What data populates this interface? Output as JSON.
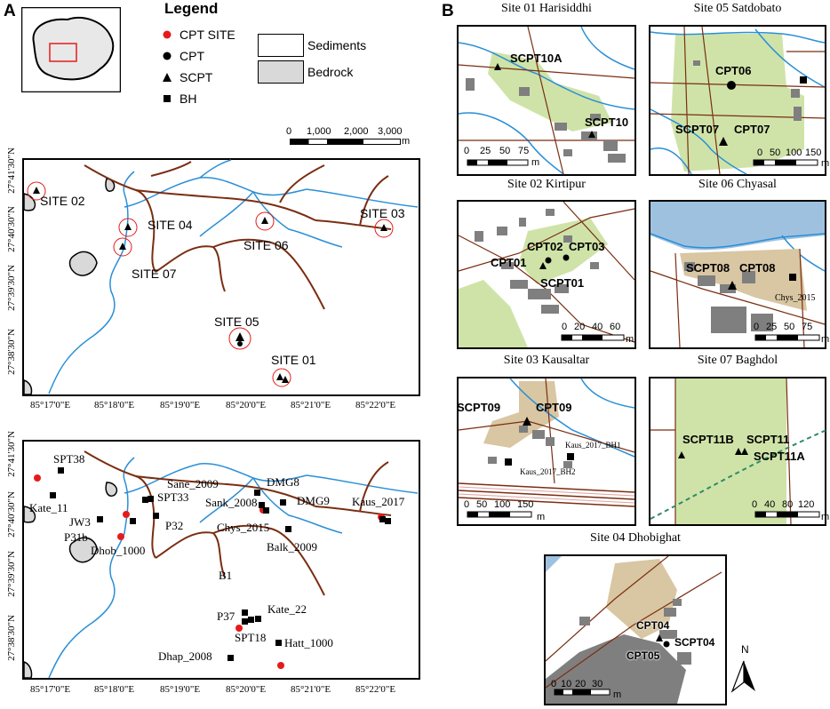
{
  "panel_a_label": "A",
  "panel_b_label": "B",
  "legend": {
    "title": "Legend",
    "items": [
      {
        "label": "CPT SITE",
        "symbol": "red-circle"
      },
      {
        "label": "CPT",
        "symbol": "black-circle"
      },
      {
        "label": "SCPT",
        "symbol": "black-triangle"
      },
      {
        "label": "BH",
        "symbol": "black-square"
      }
    ],
    "areas": [
      {
        "label": "Sediments"
      },
      {
        "label": "Bedrock"
      }
    ]
  },
  "scale_bar": {
    "ticks": [
      "0",
      "1,000",
      "2,000",
      "3,000"
    ],
    "unit": "m"
  },
  "latitude_ticks": [
    "27°41'30\"N",
    "27°40'30\"N",
    "27°39'30\"N",
    "27°38'30\"N"
  ],
  "longitude_ticks": [
    "85°17'0\"E",
    "85°18'0\"E",
    "85°19'0\"E",
    "85°20'0\"E",
    "85°21'0\"E",
    "85°22'0\"E"
  ],
  "upper_map_sites": [
    "SITE 02",
    "SITE 04",
    "SITE 07",
    "SITE 06",
    "SITE 03",
    "SITE 05",
    "SITE 01"
  ],
  "lower_map_labels": [
    "SPT38",
    "Kate_11",
    "JW3",
    "P31b",
    "Dhob_1000",
    "Sane_2009",
    "SPT33",
    "P32",
    "DMG8",
    "Sank_2008",
    "DMG9",
    "Chys_2015",
    "Balk_2009",
    "Kaus_2017",
    "B1",
    "Kate_22",
    "P37",
    "SPT18",
    "Hatt_1000",
    "Dhap_2008"
  ],
  "insets": [
    {
      "title": "Site 01 Harisiddhi",
      "labels": [
        "SCPT10A",
        "SCPT10"
      ],
      "scale": [
        "0",
        "25",
        "50",
        "75"
      ],
      "unit": "m"
    },
    {
      "title": "Site 05 Satdobato",
      "labels": [
        "CPT06",
        "SCPT07",
        "CPT07"
      ],
      "scale": [
        "0",
        "50",
        "100",
        "150"
      ],
      "unit": "m"
    },
    {
      "title": "Site 02 Kirtipur",
      "labels": [
        "CPT02",
        "CPT03",
        "CPT01",
        "SCPT01"
      ],
      "scale": [
        "0",
        "20",
        "40",
        "60"
      ],
      "unit": "m"
    },
    {
      "title": "Site 06 Chyasal",
      "labels": [
        "SCPT08",
        "CPT08",
        "Chys_2015"
      ],
      "scale": [
        "0",
        "25",
        "50",
        "75"
      ],
      "unit": "m"
    },
    {
      "title": "Site 03 Kausaltar",
      "labels": [
        "SCPT09",
        "CPT09",
        "Kaus_2017_BH1",
        "Kaus_2017_BH2"
      ],
      "scale": [
        "0",
        "50",
        "100",
        "150"
      ],
      "unit": "m"
    },
    {
      "title": "Site 07 Baghdol",
      "labels": [
        "SCPT11B",
        "SCPT11",
        "SCPT11A"
      ],
      "scale": [
        "0",
        "40",
        "80",
        "120"
      ],
      "unit": "m"
    },
    {
      "title": "Site 04 Dhobighat",
      "labels": [
        "CPT04",
        "SCPT04",
        "CPT05"
      ],
      "scale": [
        "0",
        "10",
        "20",
        "30"
      ],
      "unit": "m"
    }
  ],
  "north_label": "N",
  "colors": {
    "river": "#2a8fd6",
    "road": "#7a2e12",
    "cpt_site": "#e51b1b",
    "bedrock": "#d9d9d9",
    "green": "#cfe3a8",
    "tan": "#d9c6a2",
    "building": "#7f7f7f",
    "water": "#9fc1e0"
  }
}
